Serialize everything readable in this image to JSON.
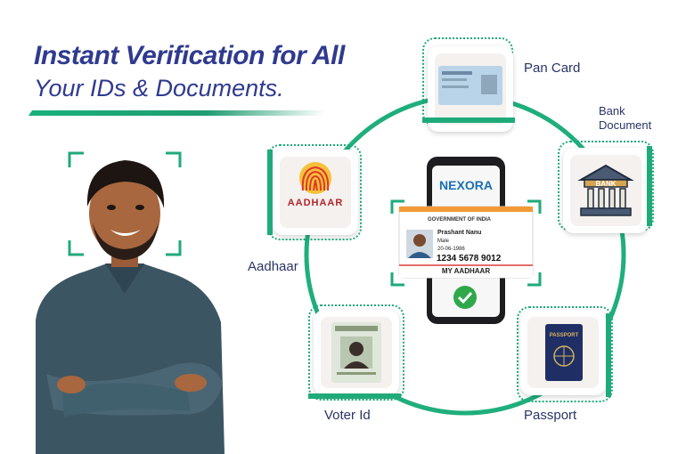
{
  "headline": {
    "line1": "Instant Verification for All",
    "line2": "Your IDs & Documents."
  },
  "documents": {
    "pan": "Pan Card",
    "bank": "Bank\nDocument",
    "bank_line1": "Bank",
    "bank_line2": "Document",
    "aadhaar": "Aadhaar",
    "voter": "Voter Id",
    "passport": "Passport"
  },
  "phone": {
    "brand": "NEXORA",
    "card_gov": "GOVERNMENT OF INDIA",
    "card_name": "Prashant Nanu",
    "card_gender": "Male",
    "card_dob": "20-06-1986",
    "card_number": "1234 5678 9012",
    "card_footer": "MY AADHAAR"
  },
  "icons": {
    "aadhaar_logo_text": "AADHAAR",
    "bank_sign": "BANK",
    "passport_text": "PASSPORT"
  },
  "colors": {
    "accent": "#1faa7a",
    "headline": "#2f3a8f",
    "label": "#2a3467"
  }
}
